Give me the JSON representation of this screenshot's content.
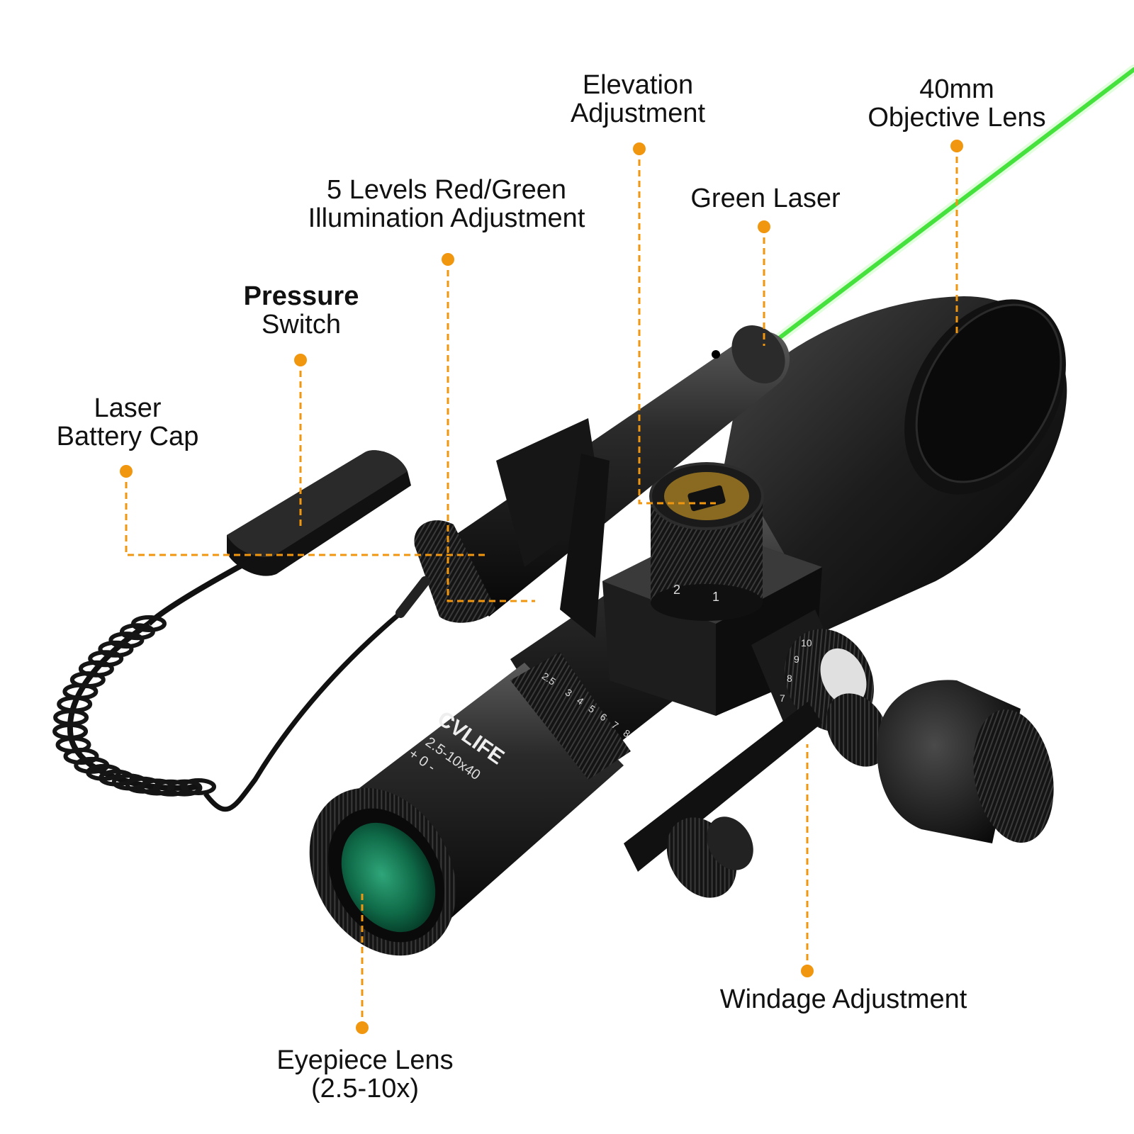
{
  "accent_color": "#f0960f",
  "laser_color": "#22d61e",
  "labels": {
    "elevation": {
      "line1": "Elevation",
      "line2": "Adjustment"
    },
    "objective": {
      "line1": "40mm",
      "line2": "Objective Lens"
    },
    "illumination": {
      "line1": "5 Levels Red/Green",
      "line2": "Illumination Adjustment"
    },
    "green_laser": {
      "line1": "Green Laser"
    },
    "pressure_switch": {
      "line1": "Pressure",
      "line2": "Switch"
    },
    "battery_cap": {
      "line1": "Laser",
      "line2": "Battery Cap"
    },
    "windage": {
      "line1": "Windage Adjustment"
    },
    "eyepiece": {
      "line1": "Eyepiece Lens",
      "line2": "(2.5-10x)"
    }
  },
  "scope_markings": {
    "brand": "CVLIFE",
    "model": "2.5-10x40",
    "diopter": "+ 0 -",
    "zoom_ticks": [
      "2.5",
      "3",
      "4",
      "5",
      "6",
      "7",
      "8"
    ],
    "turret_ticks": [
      "2",
      "1"
    ],
    "windage_ticks": [
      "10",
      "9",
      "8",
      "7"
    ]
  }
}
